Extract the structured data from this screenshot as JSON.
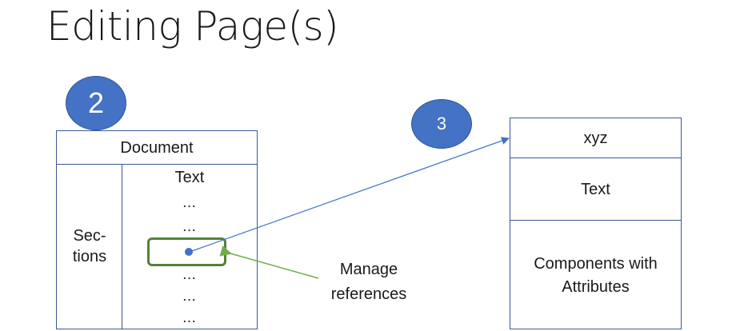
{
  "slide": {
    "title": "Editing Page(s)"
  },
  "badges": {
    "left_number": "2",
    "right_number": "3"
  },
  "document_box": {
    "header": "Document",
    "sections_label_line1": "Sec-",
    "sections_label_line2": "tions",
    "text_label": "Text",
    "ellipsis": "…"
  },
  "reference_callout": {
    "line1": "Manage",
    "line2": "references"
  },
  "target_box": {
    "header": "xyz",
    "text_label": "Text",
    "components_line1": "Components with",
    "components_line2": "Attributes"
  },
  "colors": {
    "badge_fill": "#4472c4",
    "box_border": "#3b5893",
    "highlight_border": "#548235",
    "arrow_blue": "#4472c4",
    "arrow_green": "#70ad47"
  },
  "icons": {
    "connector_dot": "dot-icon"
  }
}
